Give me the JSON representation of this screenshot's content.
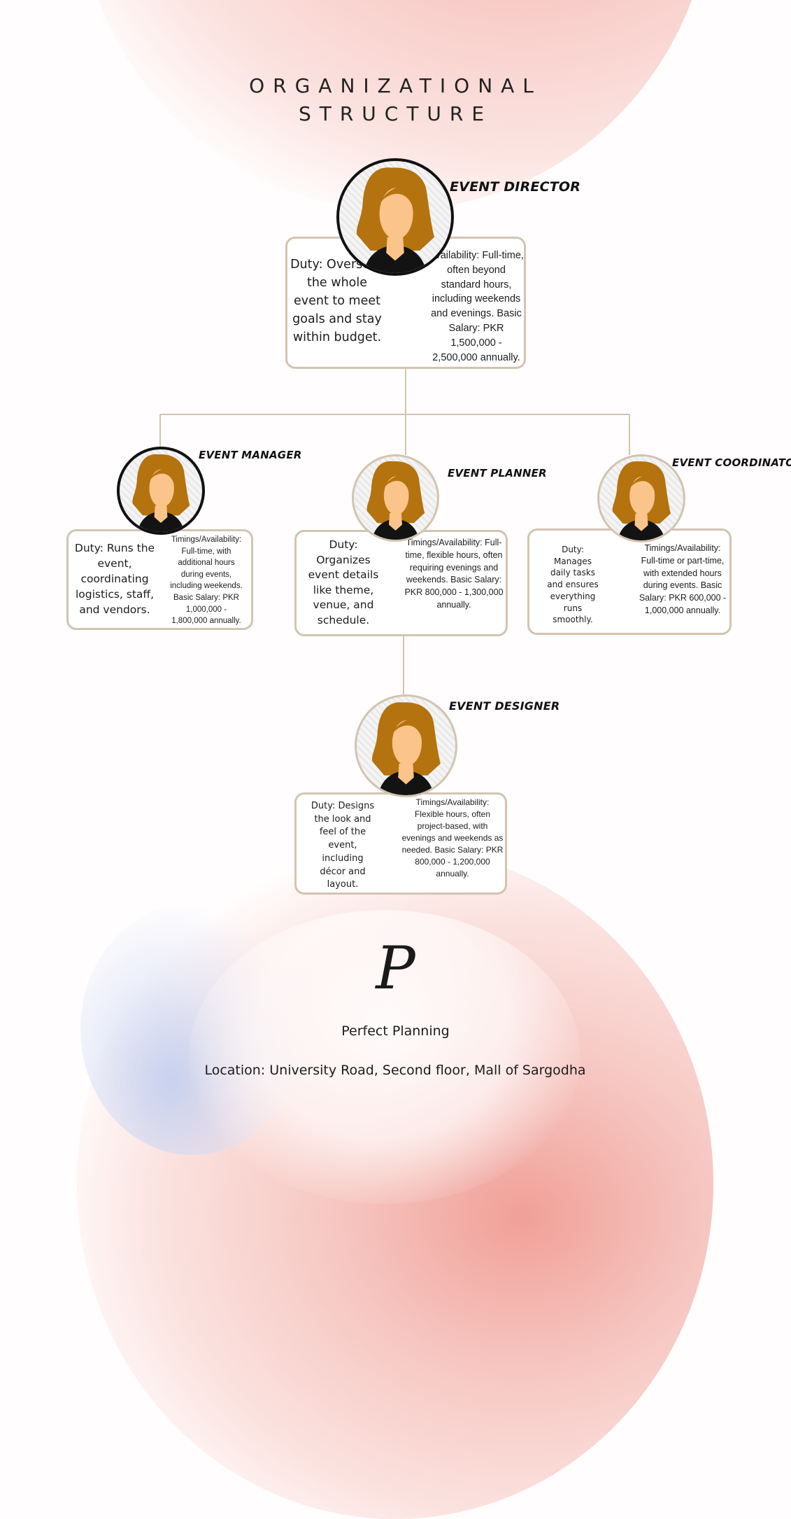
{
  "page": {
    "title_line1": "ORGANIZATIONAL",
    "title_line2": "STRUCTURE"
  },
  "colors": {
    "card_border": "#d3c4b0",
    "connector": "#d3c4b0",
    "background_blush": "#f3a8a2",
    "hair": "#b4730f",
    "skin": "#fbc48b",
    "jacket": "#131313"
  },
  "roles": {
    "director": {
      "title": "EVENT DIRECTOR",
      "duty": "Duty: Oversees the whole event to meet goals and stay within budget.",
      "availability": "Availability: Full-time, often beyond standard hours, including weekends and evenings. Basic Salary: PKR 1,500,000 - 2,500,000 annually.",
      "icon": "avatar-icon"
    },
    "manager": {
      "title": "EVENT MANAGER",
      "duty": "Duty: Runs the event, coordinating logistics, staff, and vendors.",
      "availability": "Timings/Availability: Full-time, with additional hours during events, including weekends. Basic Salary: PKR 1,000,000 - 1,800,000 annually.",
      "icon": "avatar-icon"
    },
    "planner": {
      "title": "EVENT PLANNER",
      "duty": "Duty: Organizes event details like theme, venue, and schedule.",
      "availability": "Timings/Availability: Full-time, flexible hours, often requiring evenings and weekends. Basic Salary: PKR 800,000 - 1,300,000 annually.",
      "icon": "avatar-icon"
    },
    "coordinator": {
      "title": "EVENT COORDINATOR",
      "duty": "Duty: Manages daily tasks and ensures everything runs smoothly.",
      "availability": "Timings/Availability: Full-time or part-time, with extended hours during events. Basic Salary: PKR 600,000 - 1,000,000 annually.",
      "icon": "avatar-icon"
    },
    "designer": {
      "title": "EVENT DESIGNER",
      "duty": "Duty: Designs the look and feel of the event, including décor and layout.",
      "availability": "Timings/Availability: Flexible hours, often project-based, with evenings and weekends as needed. Basic Salary: PKR 800,000 - 1,200,000 annually.",
      "icon": "avatar-icon"
    }
  },
  "footer": {
    "logo_letter": "P",
    "brand_name": "Perfect Planning",
    "location": "Location: University Road, Second floor, Mall of Sargodha"
  }
}
